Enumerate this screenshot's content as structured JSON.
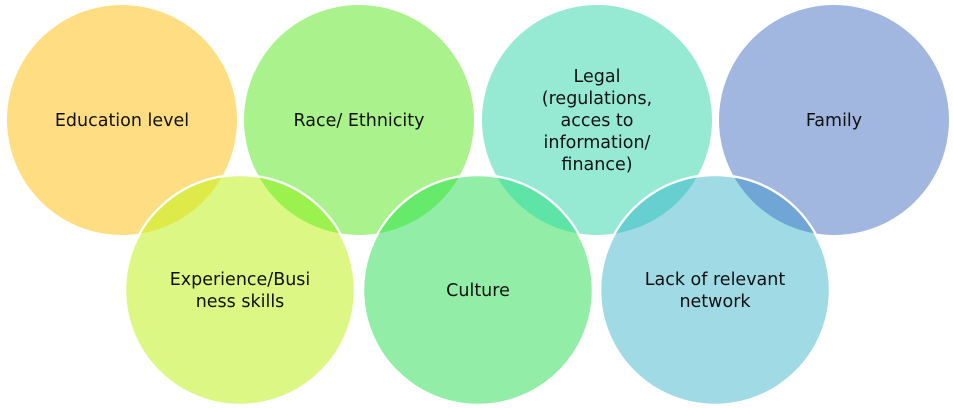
{
  "diagram": {
    "title": "Barriers diagram",
    "top_row": [
      {
        "id": "education",
        "lines": [
          "Education level"
        ],
        "color": "#FEDD83"
      },
      {
        "id": "race",
        "lines": [
          "Race/ Ethnicity"
        ],
        "color": "#AAF38C"
      },
      {
        "id": "legal",
        "lines": [
          "Legal",
          "(regulations,",
          "acces to",
          "information/",
          "finance)"
        ],
        "color": "#96EAD3"
      },
      {
        "id": "family",
        "lines": [
          "Family"
        ],
        "color": "#A1B7E0"
      }
    ],
    "bottom_row": [
      {
        "id": "experience",
        "lines": [
          "Experience/Busi",
          "ness skills"
        ],
        "color": "#DCF783"
      },
      {
        "id": "culture",
        "lines": [
          "Culture"
        ],
        "color": "#92EEA6"
      },
      {
        "id": "network",
        "lines": [
          "Lack of relevant",
          "network"
        ],
        "color": "#9FDAE5"
      }
    ],
    "overlap_colors": [
      "#DEEA48",
      "#9BF24E",
      "#66EA6A",
      "#5EE4A6",
      "#66CFCF",
      "#6FA6D6"
    ]
  }
}
